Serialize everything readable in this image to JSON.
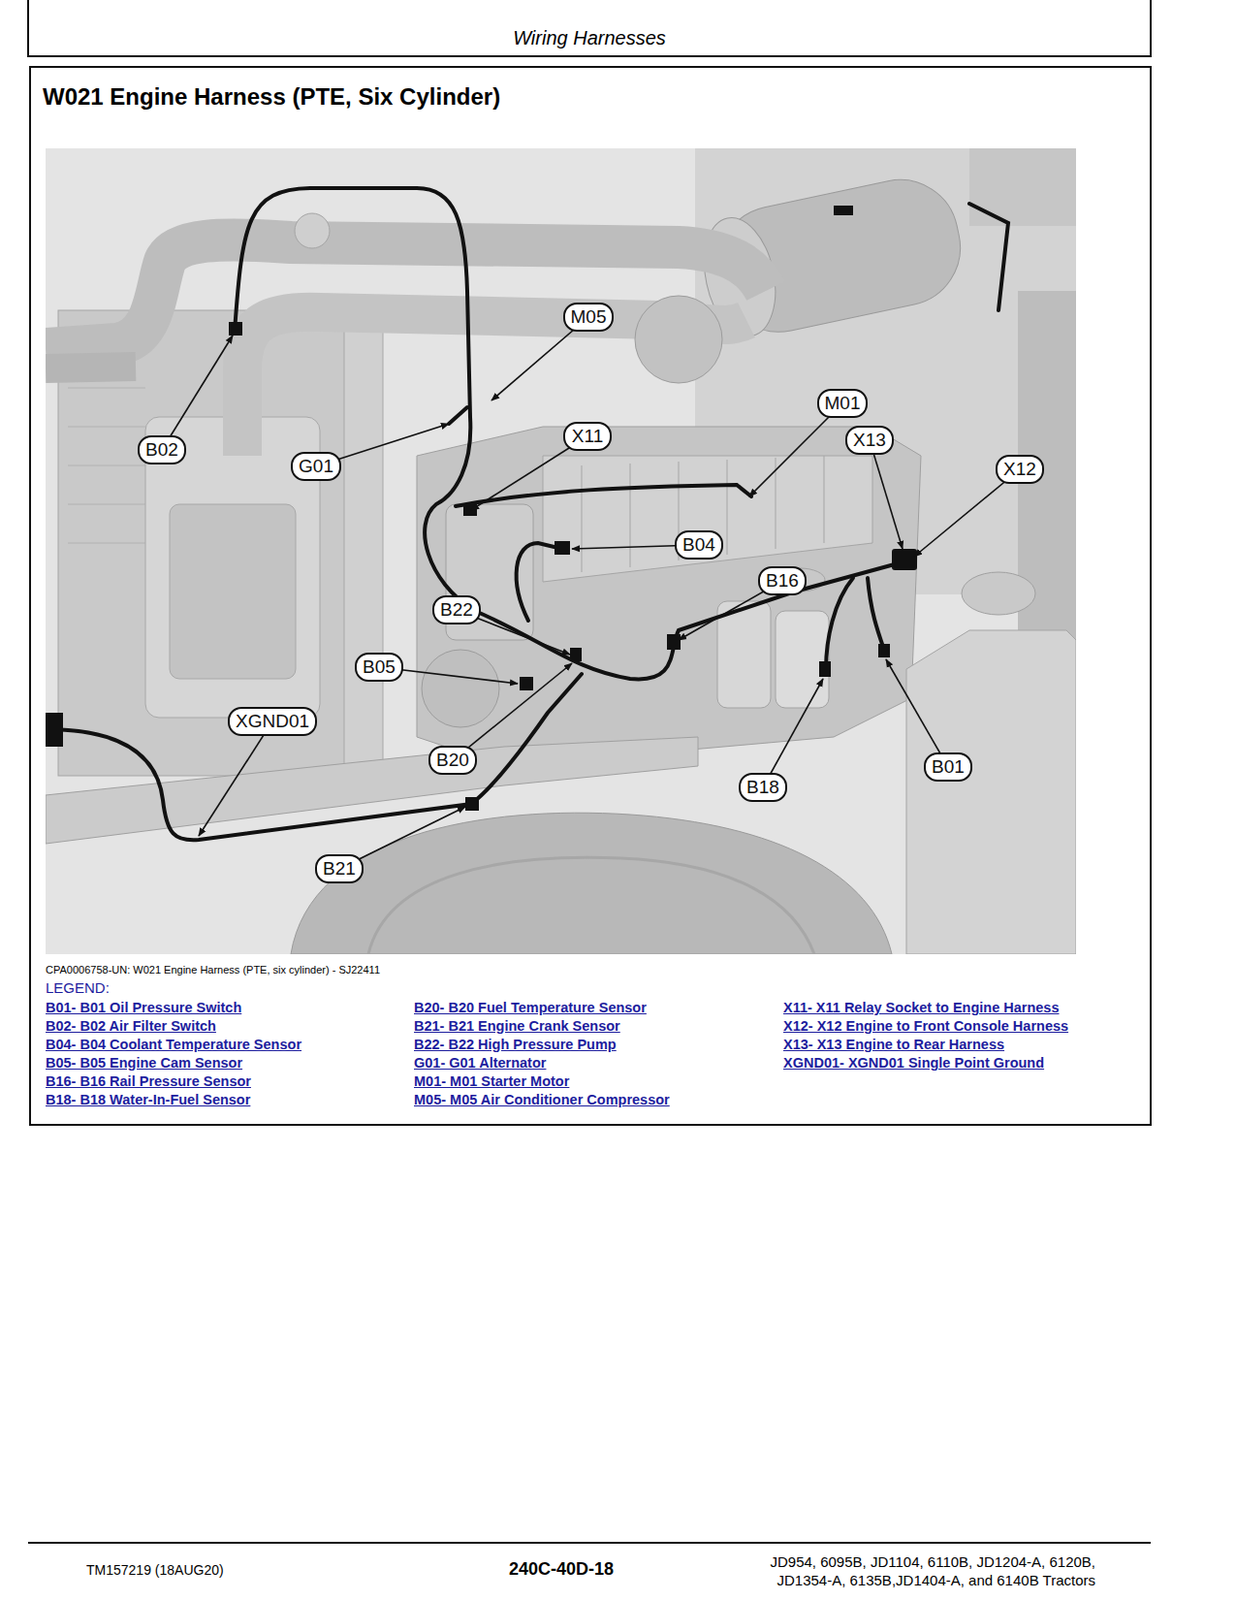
{
  "diagram": {
    "title": "W021 Engine Harness (PTE, Six Cylinder)",
    "caption": "CPA0006758-UN: W021 Engine Harness (PTE, six cylinder) - SJ22411",
    "nodes": [
      {
        "text": [
          "M05"
        ]
      },
      {
        "text": [
          "M01"
        ]
      },
      {
        "text": [
          "X11"
        ]
      },
      {
        "text": [
          "X13"
        ]
      },
      {
        "text": [
          "X12"
        ]
      },
      {
        "text": [
          "B02"
        ]
      },
      {
        "text": [
          "G01"
        ]
      },
      {
        "text": [
          "B04"
        ]
      },
      {
        "text": [
          "B16"
        ]
      },
      {
        "text": [
          "B22"
        ]
      },
      {
        "text": [
          "B05"
        ]
      },
      {
        "text": [
          "XGND01"
        ]
      },
      {
        "text": [
          "B20"
        ]
      },
      {
        "text": [
          "B18"
        ]
      },
      {
        "text": [
          "B01"
        ]
      },
      {
        "text": [
          "B21"
        ]
      }
    ],
    "labels": [
      "Wiring Harnesses",
      "LEGEND:",
      "B01- B01 Oil Pressure Switch",
      "B02- B02 Air Filter Switch",
      "B04- B04 Coolant Temperature Sensor",
      "B05- B05 Engine Cam Sensor",
      "B16- B16 Rail Pressure Sensor",
      "B18- B18 Water-In-Fuel Sensor",
      "B20- B20 Fuel Temperature Sensor",
      "B21- B21 Engine Crank Sensor",
      "B22- B22 High Pressure Pump",
      "G01- G01 Alternator",
      "M01- M01 Starter Motor",
      "M05- M05 Air Conditioner Compressor",
      "X11- X11 Relay Socket to Engine Harness",
      "X12- X12 Engine to Front Console Harness",
      "X13- X13 Engine to Rear Harness",
      "XGND01- XGND01 Single Point Ground",
      "TM157219 (18AUG20)",
      "240C-40D-18",
      "JD954, 6095B, JD1104, 6110B, JD1204-A, 6120B, JD1354-A, 6135B,JD1404-A, and 6140B Tractors"
    ]
  }
}
